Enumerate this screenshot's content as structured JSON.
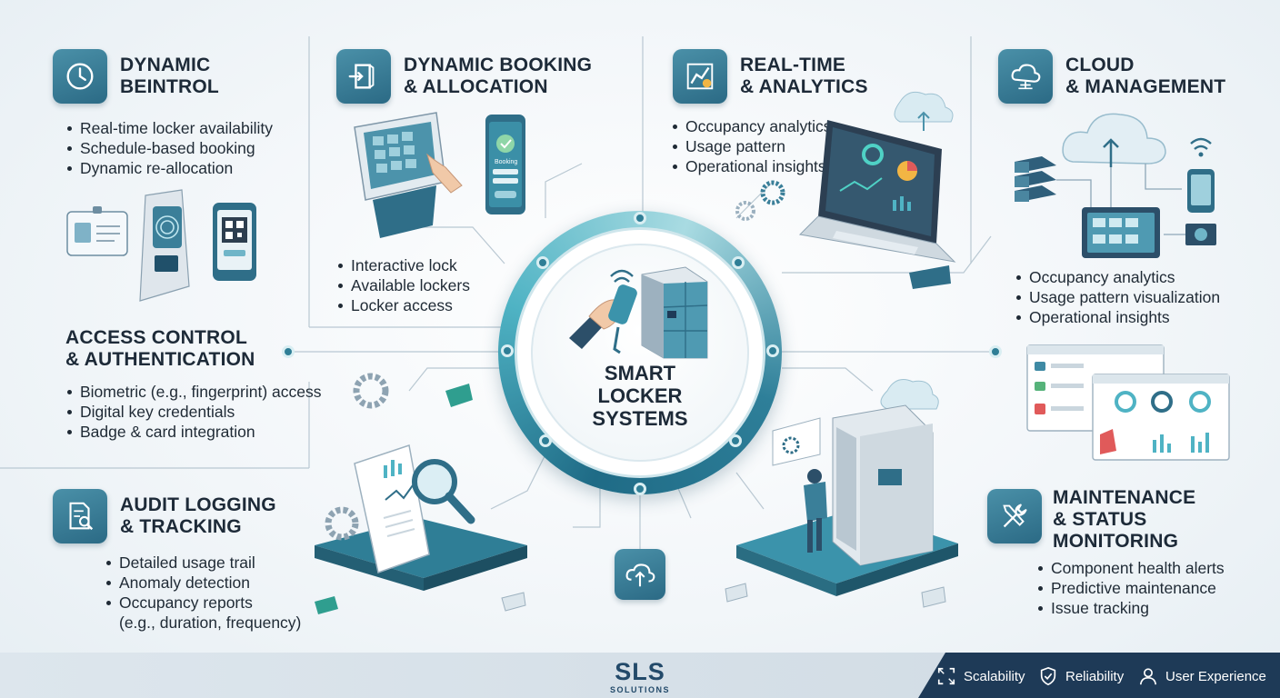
{
  "sections": {
    "dynamic_control": {
      "title": [
        "DYNAMIC",
        "BEINTROL"
      ],
      "items": [
        "Real-time locker availability",
        "Schedule-based booking",
        "Dynamic re-allocation"
      ]
    },
    "booking": {
      "title": [
        "DYNAMIC BOOKING",
        "& ALLOCATION"
      ],
      "items": [
        "Interactive lock",
        "Available lockers",
        "Locker access"
      ],
      "phone_label": "Booking"
    },
    "analytics": {
      "title": [
        "REAL-TIME",
        "& ANALYTICS"
      ],
      "items": [
        "Occupancy analytics",
        "Usage pattern",
        "Operational insights"
      ]
    },
    "cloud": {
      "title": [
        "CLOUD",
        "& MANAGEMENT"
      ],
      "items": [
        "Occupancy analytics",
        "Usage pattern visualization",
        "Operational insights"
      ]
    },
    "access": {
      "title": [
        "ACCESS CONTROL",
        "& AUTHENTICATION"
      ],
      "items": [
        "Biometric (e.g., fingerprint) access",
        "Digital key credentials",
        "Badge & card integration"
      ]
    },
    "audit": {
      "title": [
        "AUDIT LOGGING",
        "& TRACKING"
      ],
      "items": [
        "Detailed usage trail",
        "Anomaly detection",
        "Occupancy reports",
        "(e.g., duration, frequency)"
      ]
    },
    "maintenance": {
      "title": [
        "MAINTENANCE",
        "& STATUS",
        "MONITORING"
      ],
      "items": [
        "Component health alerts",
        "Predictive maintenance",
        "Issue tracking"
      ]
    }
  },
  "hub": {
    "title": [
      "SMART",
      "LOCKER",
      "SYSTEMS"
    ]
  },
  "footer": {
    "brand": "SLS",
    "brand_sub": "SOLUTIONS",
    "features": [
      {
        "label": "Scalability",
        "icon": "expand-icon"
      },
      {
        "label": "Reliability",
        "icon": "shield-check-icon"
      },
      {
        "label": "User Experience",
        "icon": "user-icon"
      }
    ]
  },
  "colors": {
    "primary": "#2b6a85",
    "accent": "#4fb3c4",
    "dark": "#1e3a57",
    "text": "#1d2a38"
  }
}
